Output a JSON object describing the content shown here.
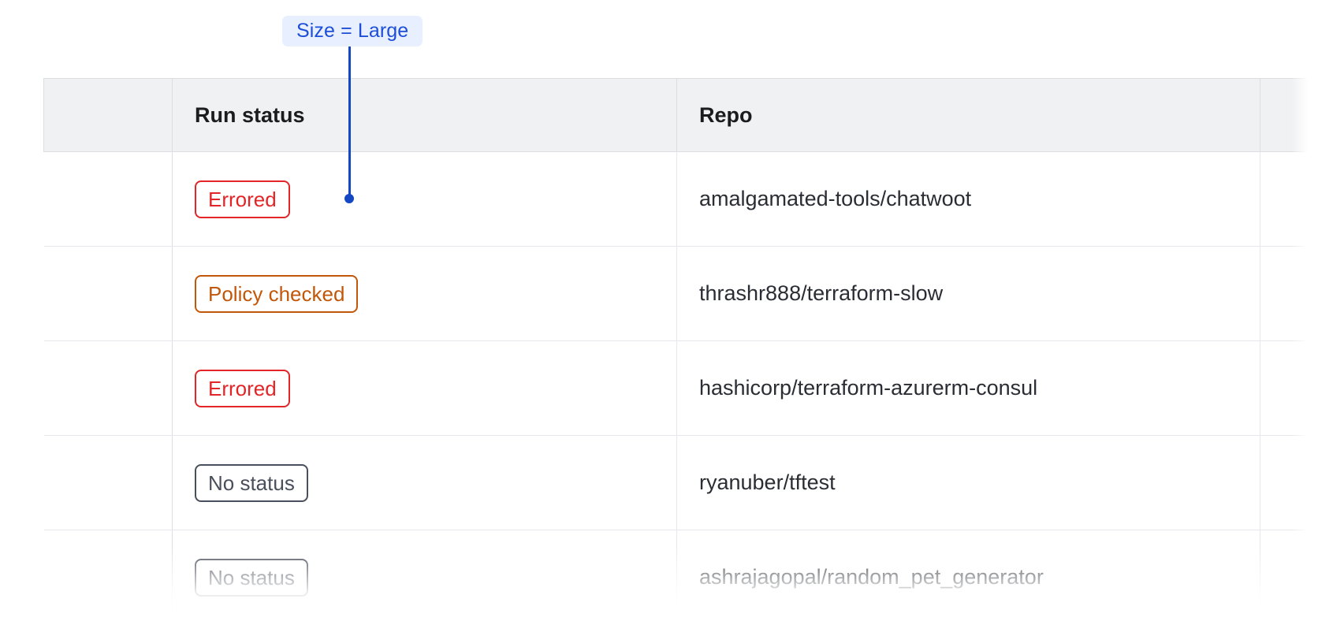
{
  "annotation": {
    "label": "Size = Large",
    "accent_color": "#1447c4",
    "badge_bg": "#e8efff",
    "badge_text_color": "#1d4ed8",
    "connector": "vertical-line-with-dot"
  },
  "table": {
    "columns": [
      {
        "key": "select",
        "label": ""
      },
      {
        "key": "run_status",
        "label": "Run status"
      },
      {
        "key": "repo",
        "label": "Repo"
      },
      {
        "key": "extra",
        "label": ""
      }
    ],
    "header_bg": "#f0f1f3",
    "border_color": "#dcdee2",
    "rows": [
      {
        "select": "",
        "run_status": "Errored",
        "status_variant": "errored",
        "repo": "amalgamated-tools/chatwoot",
        "extra": ""
      },
      {
        "select": "",
        "run_status": "Policy checked",
        "status_variant": "policy-checked",
        "repo": "thrashr888/terraform-slow",
        "extra": ""
      },
      {
        "select": "",
        "run_status": "Errored",
        "status_variant": "errored",
        "repo": "hashicorp/terraform-azurerm-consul",
        "extra": ""
      },
      {
        "select": "",
        "run_status": "No status",
        "status_variant": "no-status",
        "repo": "ryanuber/tftest",
        "extra": ""
      },
      {
        "select": "",
        "run_status": "No status",
        "status_variant": "no-status",
        "repo": "ashrajagopal/random_pet_generator",
        "extra": ""
      }
    ],
    "status_colors": {
      "errored": "#e32528",
      "policy-checked": "#c2570a",
      "no-status": "#4a4f5c"
    }
  }
}
